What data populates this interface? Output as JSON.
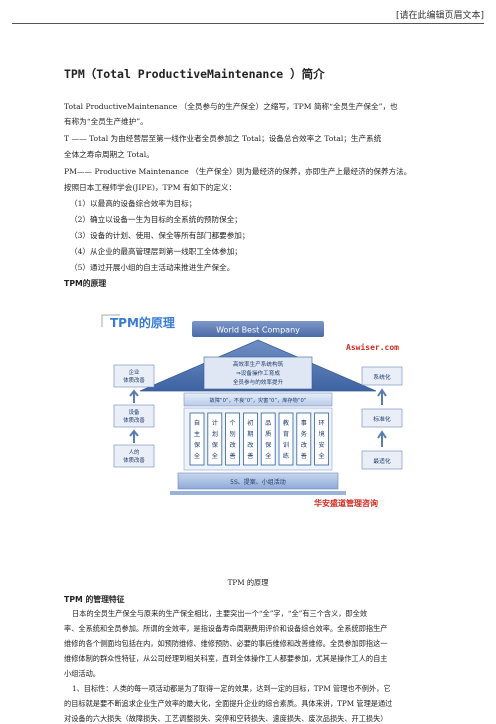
{
  "header": {
    "note": "[请在此编辑页眉文本]"
  },
  "doc": {
    "title": "TPM（Total ProductiveMaintenance ）简介",
    "intro_lines": [
      "Total ProductiveMaintenance （全员参与的生产保全）之缩写，TPM 简称“全员生产保全”，也",
      "有称为“全员生产维护”。",
      "T —— Total 为由经营层至第一线作业者全员参加之 Total；设备总合效率之 Total；生产系统",
      "全体之寿命周期之 Total。",
      "PM—— Productive Maintenance （生产保全）则为最经济的保养，亦即生产上最经济的保养方法。",
      "按照日本工程师学会(JIPE)，TPM 有如下的定义："
    ],
    "definitions": [
      "（1）以最高的设备综合效率为目标；",
      "（2）确立以设备一生为目标的全系统的预防保全；",
      "（3）设备的计划、使用、保全等所有部门都要参加；",
      "（4）从企业的最高管理层到第一线职工全体参加；",
      "（5）通过开展小组的自主活动来推进生产保全。"
    ],
    "principle_heading": "TPM的原理",
    "figure_caption": "TPM 的原理",
    "features_heading": "TPM 的管理特征",
    "features_lines": [
      "日本的全员生产保全与原来的生产保全相比，主要突出一个“全”字，“全”有三个含义，即全效",
      "率、全系统和全员参加。所谓的全效率，是指设备寿命周期费用评价和设备综合效率。全系统即指生产",
      "维修的各个侧面均包括在内，如预防维修、维修预防、必要的事后维修和改善维修。全员参加即指这一",
      "维修体制的群众性特征，从公司经理到相关科室，直到全体操作工人都要参加，尤其是操作工人的自主",
      "小组活动。"
    ],
    "goal_lines": [
      "1、目标性：人类的每一项活动都是为了取得一定的效果，达到一定的目标，TPM 管理也不例外，它",
      "的目标就是要不断追求企业生产效率的最大化，全面提升企业的综合素质。具体来讲，TPM 管理是通过",
      "对设备的六大损失（故障损失、工艺调整损失、突停和空转损失、速度损失、废次品损失、开工损失）"
    ]
  },
  "diagram": {
    "title": "TPM的原理",
    "top_banner": "World Best Company",
    "watermark_top": "Aswiser.com",
    "roof_text_lines": [
      "高效率生产系统构筑",
      "⇒设备操作工育成",
      "全员参与的效率提升"
    ],
    "beam_text": "故障“0”，不良“0”，灾害“0”，库存物“0”",
    "pillars": [
      "自主保全",
      "计划保全",
      "个别改善",
      "初期改善",
      "品质保全",
      "教育训练",
      "事务改善",
      "环境安全"
    ],
    "base_text": "5S、提案、小组活动",
    "watermark_bottom": "华安盛道管理咨询",
    "left_labels": [
      "企业体质改善",
      "设备体质改善",
      "人的体质改善"
    ],
    "right_labels": [
      "系统化",
      "标准化",
      "最适化"
    ],
    "colors": {
      "accent_red": "#d4291f",
      "title_blue": "#3a7bd5",
      "roof": "#5b7db3",
      "pillar": "#2f5fa4",
      "box": "#e9eef7"
    }
  }
}
